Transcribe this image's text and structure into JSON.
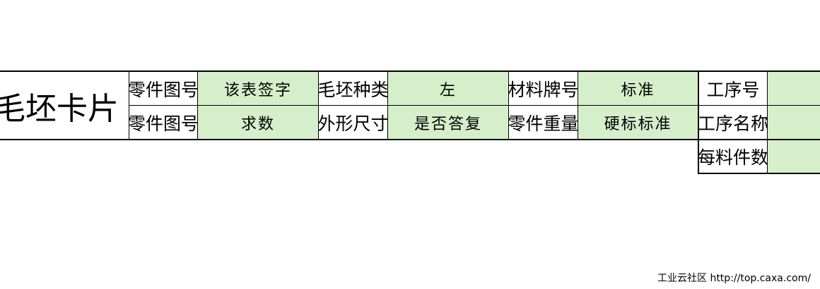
{
  "title": "毛坯卡片",
  "rows": [
    {
      "cells": [
        {
          "label": "零件图号",
          "value": "该表签字"
        },
        {
          "label": "毛坯种类",
          "value": "左"
        },
        {
          "label": "材料牌号",
          "value": "标准"
        },
        {
          "label": "工序号",
          "value": ""
        }
      ]
    },
    {
      "cells": [
        {
          "label": "零件图号",
          "value": "求数"
        },
        {
          "label": "外形尺寸",
          "value": "是否答复"
        },
        {
          "label": "零件重量",
          "value": "硬标标准"
        },
        {
          "label": "工序名称",
          "value": ""
        }
      ]
    },
    {
      "cells": [
        {
          "label": "每料件数",
          "value": ""
        }
      ]
    }
  ],
  "footer": "工业云社区 http://top.caxa.com/",
  "colors": {
    "field_bg": "#d5efcb",
    "border": "#000000"
  }
}
